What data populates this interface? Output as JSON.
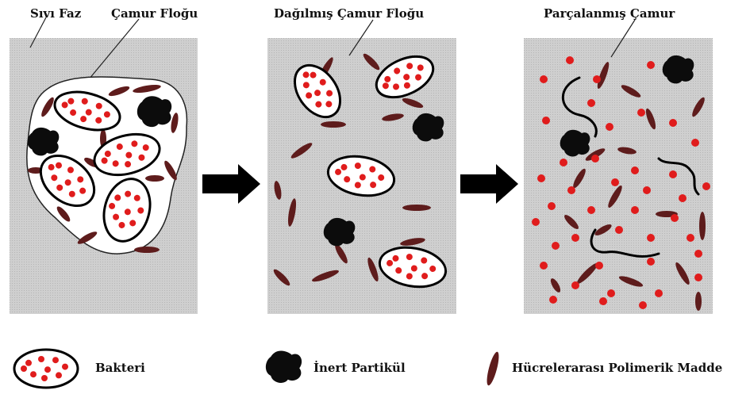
{
  "labels": {
    "liquid_phase": "Sıvı Faz",
    "sludge_floc": "Çamur Floğu",
    "dispersed_floc": "Dağılmış Çamur Floğu",
    "fragmented_sludge": "Parçalanmış Çamur"
  },
  "legend": {
    "bacteria": "Bakteri",
    "inert_particle": "İnert Partikül",
    "eps": "Hücrelerarası Polimerik Madde"
  },
  "colors": {
    "panel_bg": "#c9c9c9",
    "bacteria_dot": "#e01c1c",
    "eps_rod": "#5e1c1c",
    "inert": "#0c0c0c"
  }
}
